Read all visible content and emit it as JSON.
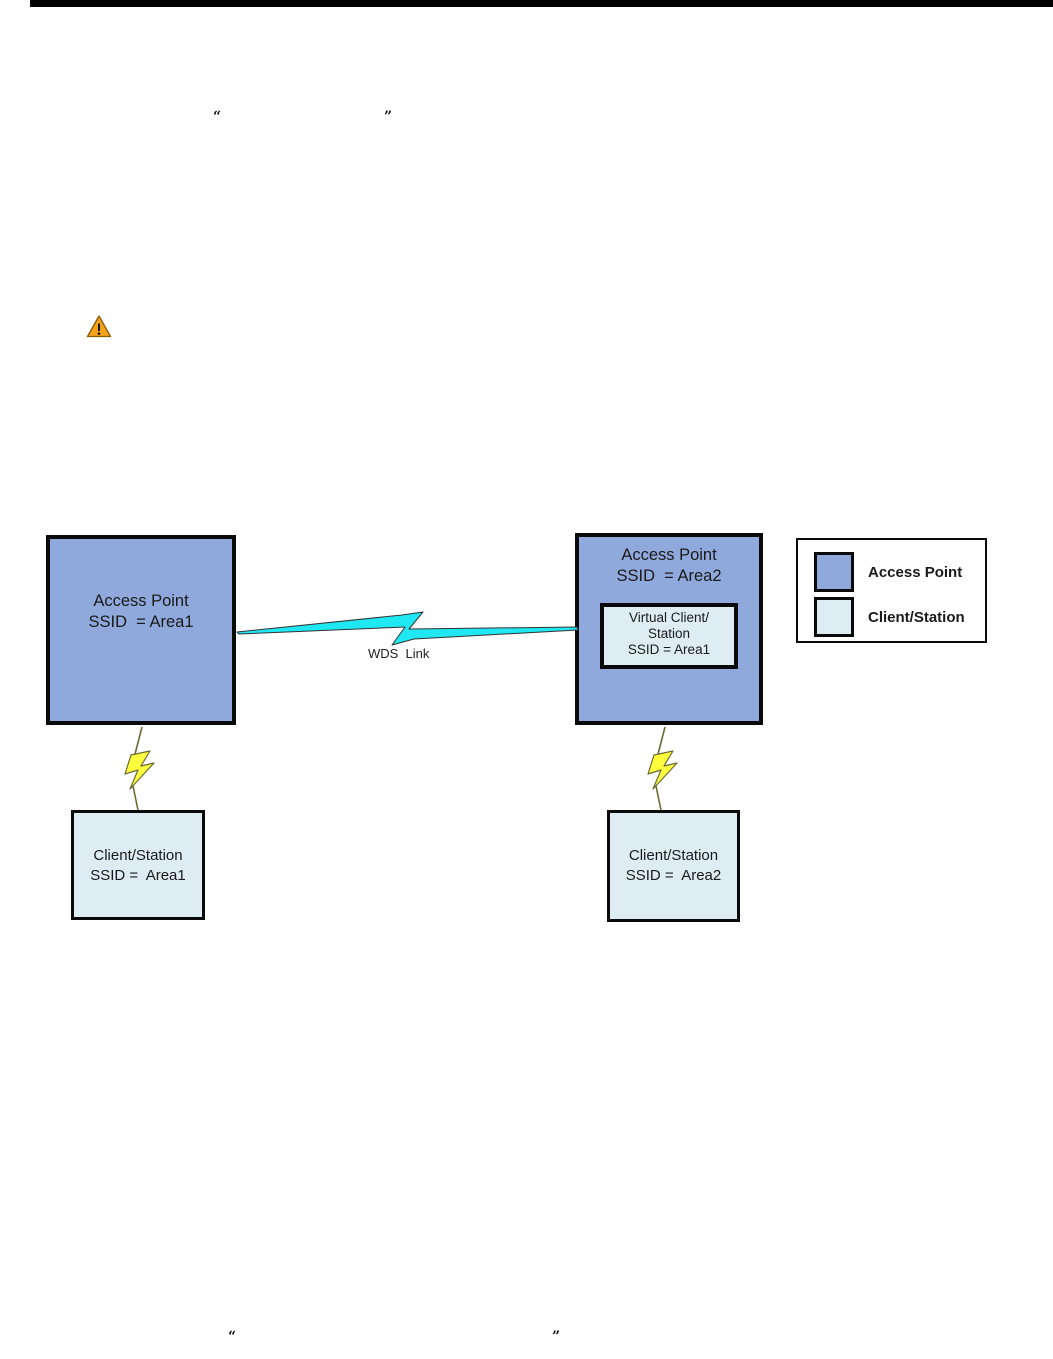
{
  "page": {
    "top_quote_open": "“",
    "top_quote_close": "”",
    "bottom_quote_open": "“",
    "bottom_quote_close": "”"
  },
  "diagram": {
    "ap1": {
      "line1": "Access Point",
      "line2": "SSID  = Area1"
    },
    "ap2": {
      "line1": "Access Point",
      "line2": "SSID  = Area2"
    },
    "virtual_client": {
      "line1": "Virtual Client/",
      "line2": "Station",
      "line3": "SSID = Area1"
    },
    "client1": {
      "line1": "Client/Station",
      "line2": "SSID =  Area1"
    },
    "client2": {
      "line1": "Client/Station",
      "line2": "SSID =  Area2"
    },
    "wds_label": "WDS  Link",
    "legend": {
      "items": [
        {
          "label": "Access Point",
          "color": "#8fa9dc"
        },
        {
          "label": "Client/Station",
          "color": "#deedf4"
        }
      ]
    },
    "icons": {
      "warning": "warning-triangle",
      "wds_link": "cyan-lightning-bolt",
      "wireless_link": "yellow-lightning-bolt"
    },
    "colors": {
      "access_point_fill": "#8fa9dc",
      "client_station_fill": "#deedf4",
      "wds_bolt": "#1fe8f2",
      "wireless_bolt": "#ffff3d",
      "warning_fill": "#f5a21b",
      "border": "#0a0a0a"
    }
  }
}
